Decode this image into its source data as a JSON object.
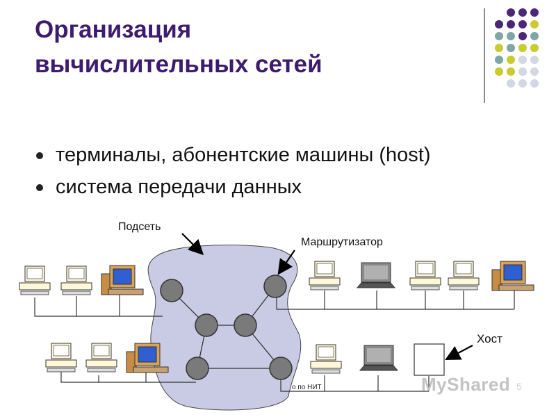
{
  "title": {
    "line1": "Организация",
    "line2": "вычислительных сетей"
  },
  "bullets": [
    "терминалы, абонентские машины (host)",
    "система передачи данных"
  ],
  "diagram": {
    "labels": {
      "subnet": "Подсеть",
      "router": "Маршрутизатор",
      "host": "Хост"
    }
  },
  "footer": {
    "text": "о по НИТ",
    "watermark": "MyShared",
    "page_number": "5"
  },
  "colors": {
    "title": "#3d1b6e",
    "subnet_fill": "#c9cbe4",
    "router_fill": "#7a7a7a",
    "dot_purple": "#4a2777",
    "dot_teal": "#7fa6a6",
    "dot_lime": "#c9cb2e",
    "dot_gray": "#d3d6e3"
  }
}
